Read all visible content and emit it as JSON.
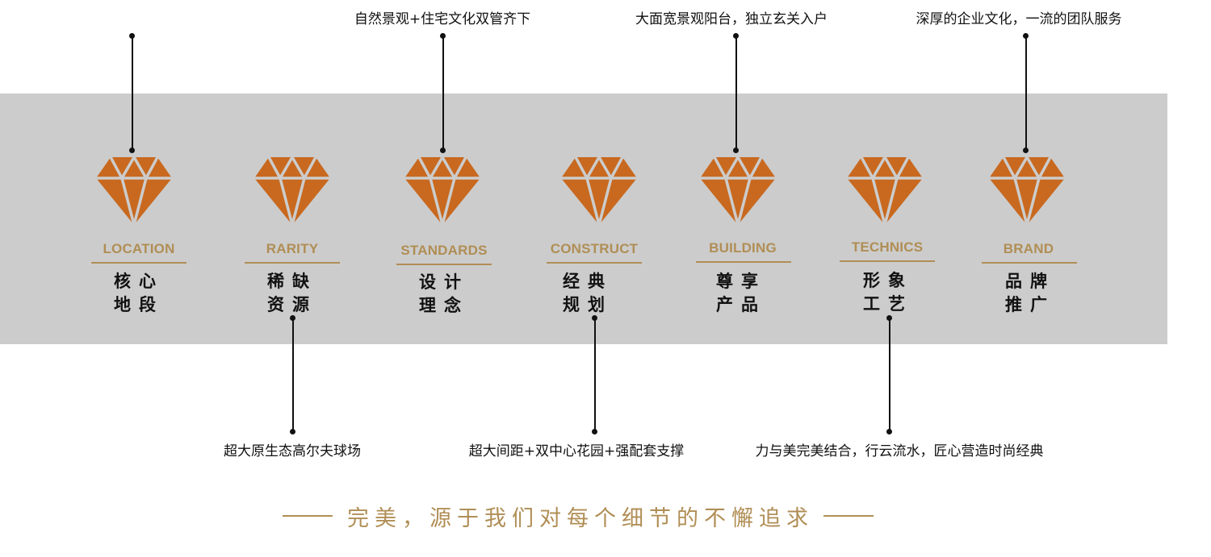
{
  "accent_color": "#c8691f",
  "gold_color": "#b08e55",
  "band_color": "#cccccc",
  "items": [
    {
      "en": "LOCATION",
      "cn1": "核心",
      "cn2": "地段",
      "note": ""
    },
    {
      "en": "RARITY",
      "cn1": "稀缺",
      "cn2": "资源",
      "note": "超大原生态高尔夫球场"
    },
    {
      "en": "STANDARDS",
      "cn1": "设计",
      "cn2": "理念",
      "note": "自然景观+住宅文化双管齐下"
    },
    {
      "en": "CONSTRUCT",
      "cn1": "经典",
      "cn2": "规划",
      "note": "超大间距+双中心花园+强配套支撑"
    },
    {
      "en": "BUILDING",
      "cn1": "尊享",
      "cn2": "产品",
      "note": "大面宽景观阳台，独立玄关入户"
    },
    {
      "en": "TECHNICS",
      "cn1": "形象",
      "cn2": "工艺",
      "note": "力与美完美结合，行云流水，匠心营造时尚经典"
    },
    {
      "en": "BRAND",
      "cn1": "品牌",
      "cn2": "推广",
      "note": "深厚的企业文化，一流的团队服务"
    }
  ],
  "slogan": "完美，源于我们对每个细节的不懈追求"
}
